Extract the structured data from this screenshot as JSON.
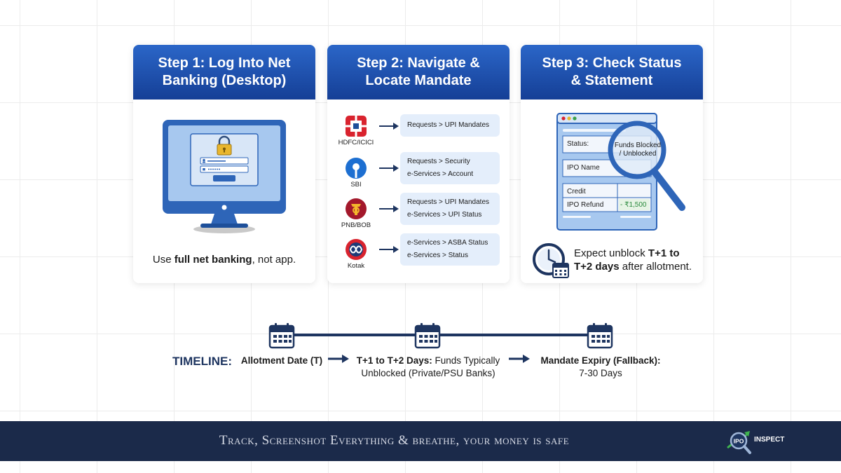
{
  "steps": [
    {
      "title_line1": "Step 1: Log Into Net",
      "title_line2": "Banking (Desktop)",
      "caption_pre": "Use ",
      "caption_bold": "full net banking",
      "caption_post": ", not app."
    },
    {
      "title_line1": "Step 2: Navigate &",
      "title_line2": "Locate Mandate",
      "banks": [
        {
          "name": "HDFC/ICICI",
          "icon": "hdfc-logo-icon",
          "lines": [
            "Requests > UPI Mandates"
          ]
        },
        {
          "name": "SBI",
          "icon": "sbi-logo-icon",
          "lines": [
            "Requests > Security",
            "e-Services > Account"
          ]
        },
        {
          "name": "PNB/BOB",
          "icon": "pnb-logo-icon",
          "lines": [
            "Requests > UPI Mandates",
            "e-Services > UPI Status"
          ]
        },
        {
          "name": "Kotak",
          "icon": "kotak-logo-icon",
          "lines": [
            "e-Services > ASBA Status",
            "e-Services > Status"
          ]
        }
      ]
    },
    {
      "title_line1": "Step 3: Check Status",
      "title_line2": "& Statement",
      "statement": {
        "status_label": "Status:",
        "ipo_name_label": "IPO Name",
        "credit_label": "Credit",
        "ipo_refund_label": "IPO Refund",
        "refund_amount": "- ₹1,500",
        "magnifier_line1": "Funds Blocked",
        "magnifier_line2": "/ Unblocked"
      },
      "expect_pre": "Expect unblock ",
      "expect_bold1": "T+1 to",
      "expect_bold2": "T+2 days",
      "expect_post": " after allotment."
    }
  ],
  "timeline": {
    "label": "TIMELINE:",
    "item1": "Allotment Date (T)",
    "item2_bold": "T+1 to T+2 Days:",
    "item2_rest": " Funds Typically",
    "item2_line2": "Unblocked (Private/PSU Banks)",
    "item3_bold": "Mandate Expiry (Fallback):",
    "item3_line2": "7-30 Days"
  },
  "footer": {
    "tagline": "Track, Screenshot Everything & breathe, your money is safe",
    "brand_mark": "IPO",
    "brand_name": "INSPECT"
  },
  "colors": {
    "header_top": "#2b66c8",
    "header_bottom": "#153f96",
    "navy": "#1e3560",
    "footer_bg": "#1b2a4a",
    "screen_blue": "#a7c8ef",
    "path_box": "#e4eefb"
  }
}
